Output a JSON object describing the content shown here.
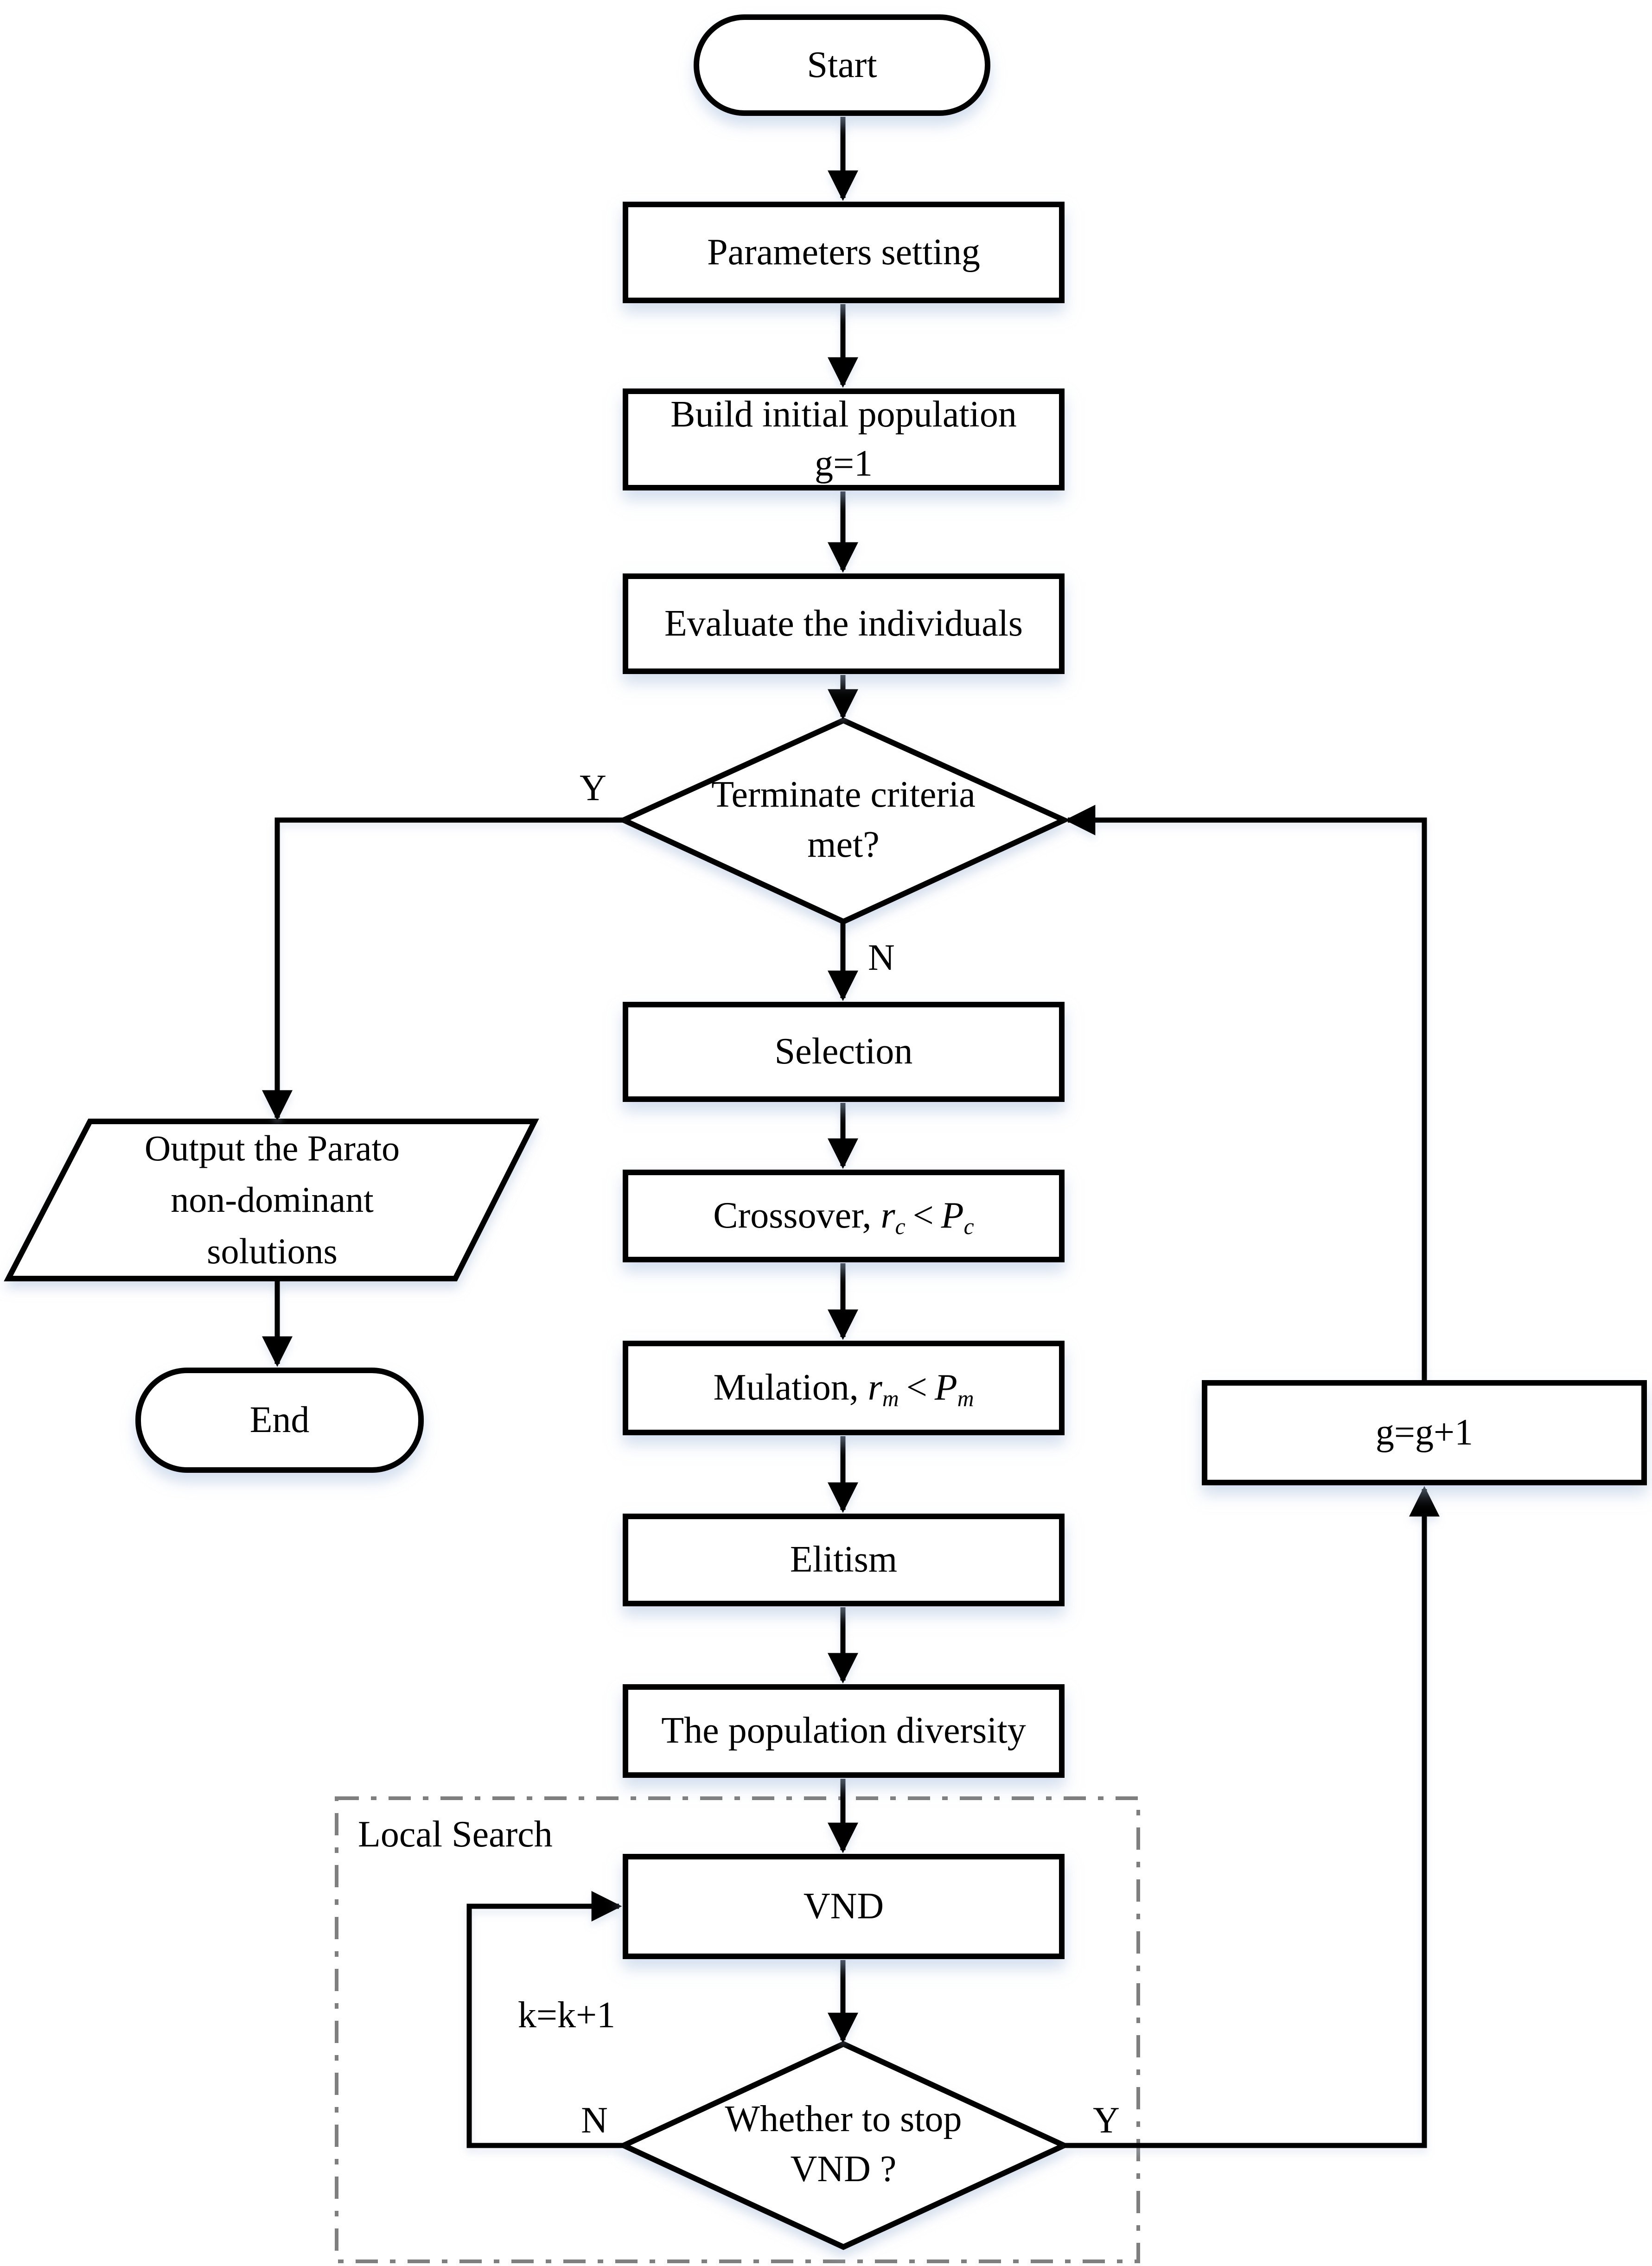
{
  "nodes": {
    "start": {
      "label": "Start"
    },
    "parameters": {
      "label": "Parameters setting"
    },
    "build": {
      "line1": "Build initial population",
      "line2": "g=1"
    },
    "evaluate": {
      "label": "Evaluate the individuals"
    },
    "terminate": {
      "line1": "Terminate criteria",
      "line2": "met?"
    },
    "selection": {
      "label": "Selection"
    },
    "crossover": {
      "prefix": "Crossover, ",
      "var": "r",
      "var_sub": "c",
      "op": "<",
      "prob": "P",
      "prob_sub": "c"
    },
    "mutation": {
      "prefix": "Mulation, ",
      "var": "r",
      "var_sub": "m",
      "op": "<",
      "prob": "P",
      "prob_sub": "m"
    },
    "elitism": {
      "label": "Elitism"
    },
    "diversity": {
      "label": "The population diversity"
    },
    "vnd": {
      "label": "VND"
    },
    "whether": {
      "line1": "Whether to stop",
      "line2": "VND ?"
    },
    "output": {
      "line1": "Output the Parato",
      "line2": "non-dominant",
      "line3": "solutions"
    },
    "end": {
      "label": "End"
    },
    "increment_g": {
      "label": "g=g+1"
    }
  },
  "labels": {
    "terminate_yes": "Y",
    "terminate_no": "N",
    "whether_no": "N",
    "whether_yes": "Y",
    "k_increment": "k=k+1",
    "local_search": "Local Search"
  },
  "colors": {
    "stroke": "#000000",
    "dashed_border": "#7f7f7f",
    "background": "#ffffff",
    "shadow": "#b7c7e0"
  }
}
